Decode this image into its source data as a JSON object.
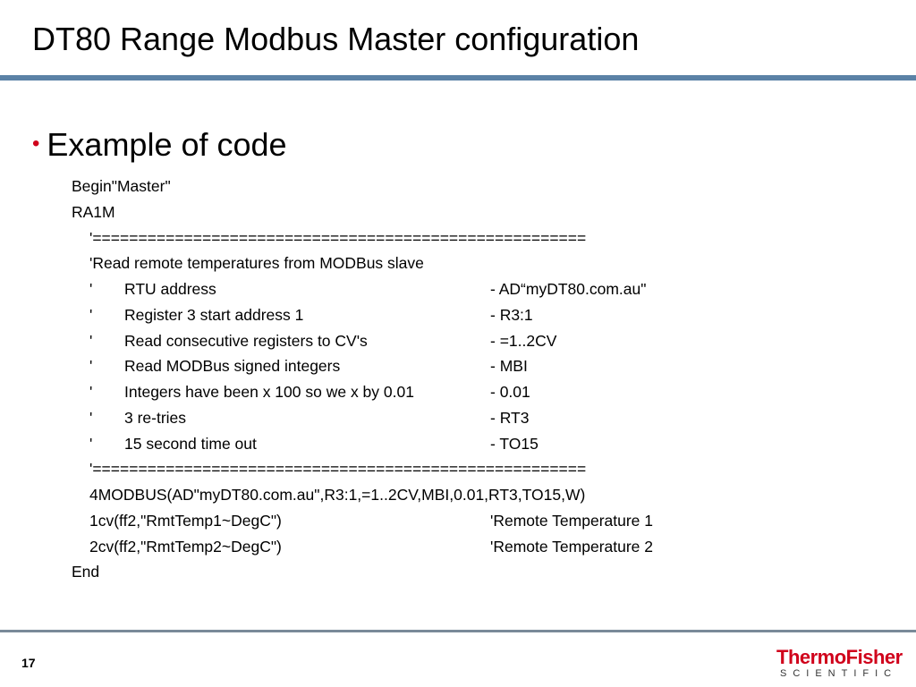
{
  "title": "DT80 Range Modbus Master configuration",
  "bullet": "Example of code",
  "code_lines": [
    {
      "indent": 0,
      "text": "Begin\"Master\""
    },
    {
      "indent": 0,
      "text": "RA1M"
    },
    {
      "indent": 1,
      "text": "'======================================================"
    },
    {
      "indent": 1,
      "text": "'Read remote temperatures from MODBus slave"
    },
    {
      "indent": 1,
      "mark": "'",
      "desc": "RTU address",
      "value": "- AD“myDT80.com.au\""
    },
    {
      "indent": 1,
      "mark": "'",
      "desc": "Register 3 start address 1",
      "value": "- R3:1"
    },
    {
      "indent": 1,
      "mark": "'",
      "desc": "Read consecutive registers to CV's",
      "value": "- =1..2CV"
    },
    {
      "indent": 1,
      "mark": "'",
      "desc": "Read MODBus signed integers",
      "value": "- MBI"
    },
    {
      "indent": 1,
      "mark": "'",
      "desc": "Integers have been x 100 so we x by 0.01",
      "value": "- 0.01"
    },
    {
      "indent": 1,
      "mark": "'",
      "desc": "3 re-tries",
      "value": "- RT3"
    },
    {
      "indent": 1,
      "mark": "'",
      "desc": "15 second time out",
      "value": "- TO15"
    },
    {
      "indent": 1,
      "text": "'======================================================"
    },
    {
      "indent": 1,
      "text": "4MODBUS(AD\"myDT80.com.au\",R3:1,=1..2CV,MBI,0.01,RT3,TO15,W)"
    },
    {
      "indent": 1,
      "text": "1cv(ff2,\"RmtTemp1~DegC\")",
      "comment": "'Remote Temperature 1"
    },
    {
      "indent": 1,
      "text": "2cv(ff2,\"RmtTemp2~DegC\")",
      "comment": "'Remote Temperature 2"
    },
    {
      "indent": 0,
      "text": "End"
    }
  ],
  "footer": {
    "page_number": "17",
    "logo_top": "ThermoFisher",
    "logo_bottom": "SCIENTIFIC"
  },
  "colors": {
    "title_rule": "#5b82a6",
    "bullet": "#d0011b",
    "logo_red": "#d0011b"
  }
}
